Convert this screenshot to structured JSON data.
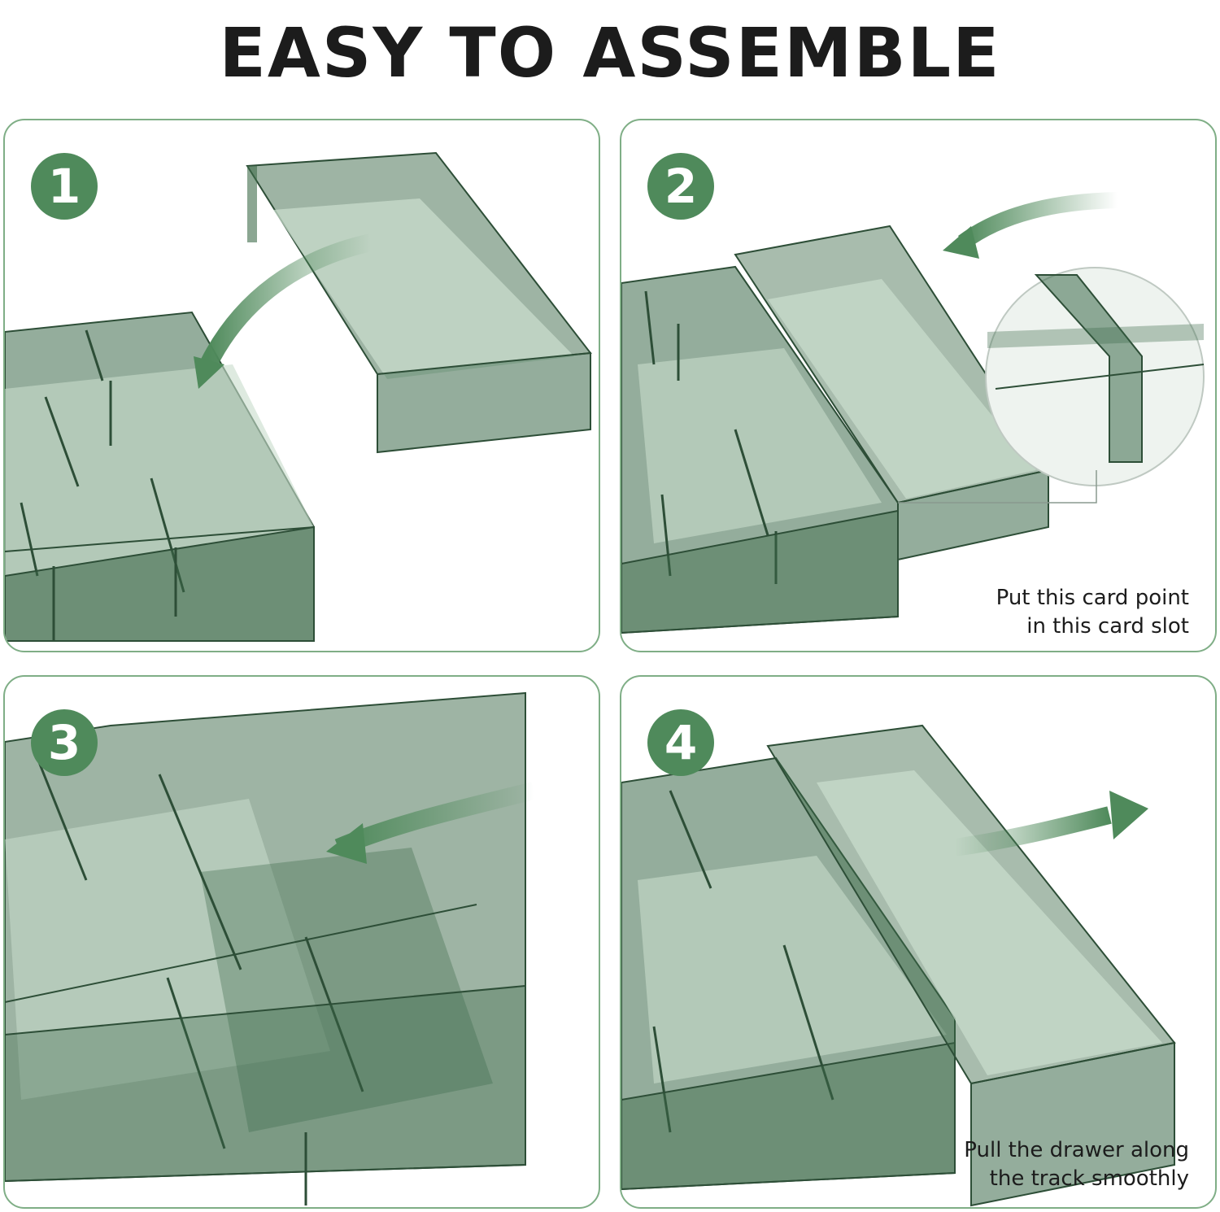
{
  "title": "EASY TO ASSEMBLE",
  "accent_color": "#4f8a5b",
  "border_color": "#7fae86",
  "tray_color": "#3d6a4a",
  "steps": [
    {
      "number": "1",
      "caption_lines": []
    },
    {
      "number": "2",
      "caption_lines": [
        "Put this card point",
        "in this card slot"
      ]
    },
    {
      "number": "3",
      "caption_lines": []
    },
    {
      "number": "4",
      "caption_lines": [
        "Pull the drawer along",
        "the track smoothly"
      ]
    }
  ]
}
